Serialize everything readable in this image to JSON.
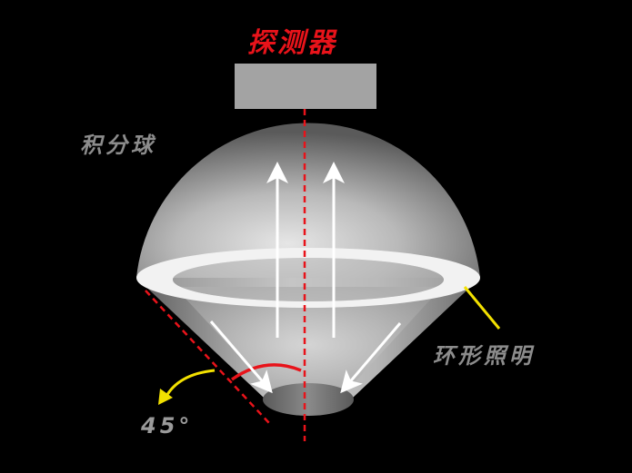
{
  "labels": {
    "detector": "探测器",
    "integrating_sphere": "积分球",
    "ring_illumination": "环形照明",
    "angle": "45°"
  },
  "colors": {
    "background": "#000000",
    "detector_label": "#e8131a",
    "optical_axis": "#e8131a",
    "angle_arc": "#e8131a",
    "callout": "#f2e000",
    "light_arrows": "#ffffff",
    "label_gray": "#8c8c8c"
  }
}
